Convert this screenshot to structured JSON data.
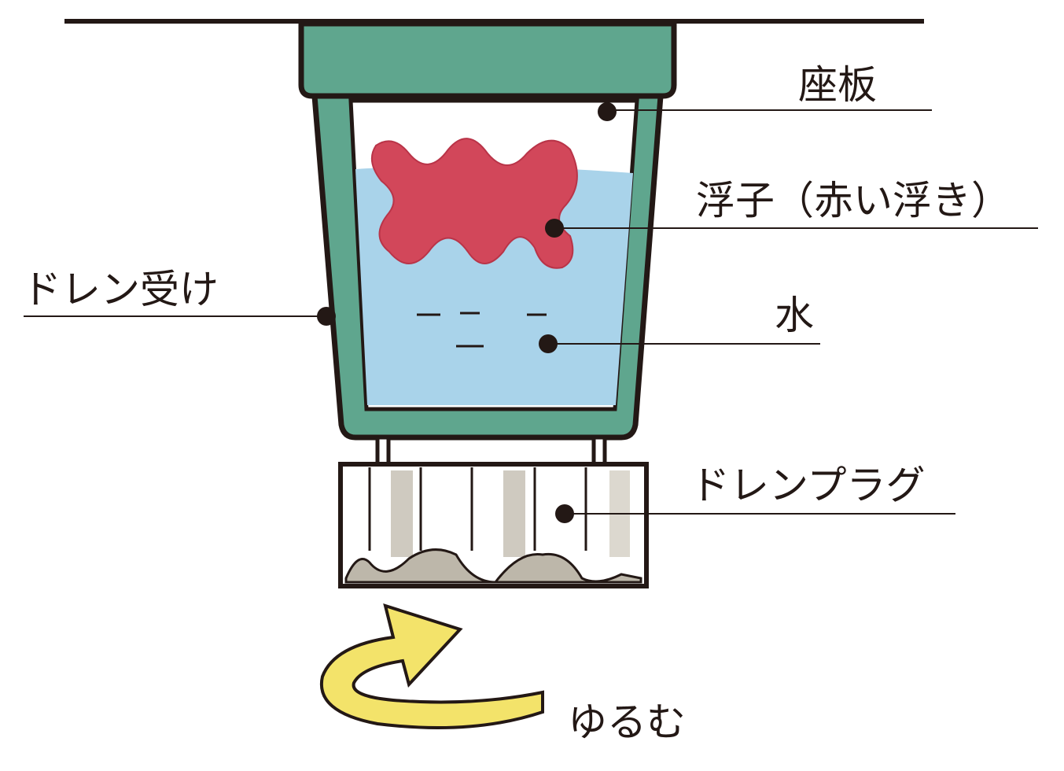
{
  "labels": {
    "seat_plate": "座板",
    "float": "浮子（赤い浮き）",
    "drain_receiver": "ドレン受け",
    "water": "水",
    "drain_plug": "ドレンプラグ",
    "loosen": "ゆるむ"
  },
  "colors": {
    "outline": "#231815",
    "green": "#5fa68e",
    "water": "#a9d3ea",
    "float": "#d2475a",
    "plug_stripe": "#cfcac0",
    "arrow": "#f3e36a"
  }
}
